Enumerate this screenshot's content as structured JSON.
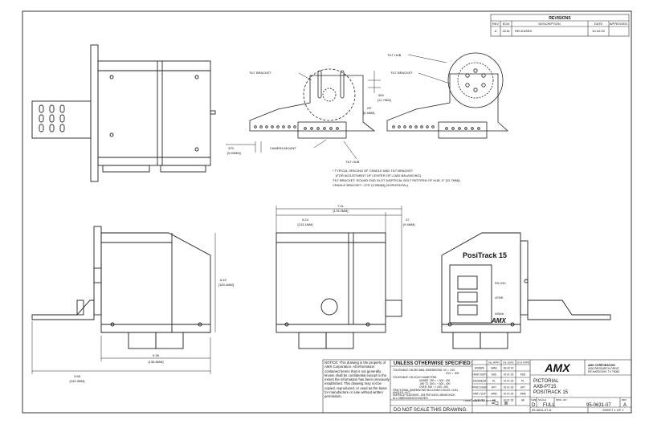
{
  "revisions": {
    "title": "REVISIONS",
    "headers": [
      "REV",
      "ECN",
      "DESCRIPTION",
      "DATE",
      "APPROVED"
    ],
    "rows": [
      [
        "A",
        "4216",
        "RELEASED",
        "10-02-02",
        ""
      ]
    ]
  },
  "top_view": {
    "labels": {
      "tilt_bracket": "TILT BRACKET",
      "camera_mount": "CAMERA MOUNT",
      "tilt_hub": "TILT HUB",
      "tilt_hub2": "TILT HUB",
      "tilt_bracket2": "TILT BRACKET",
      "dim_375_in": ".375",
      "dim_375_mm": "[9.53MM]",
      "dim_500_in": ".500",
      "dim_500_mm": "[12.7MM]",
      "dim_25_in": ".25\"",
      "dim_25_mm": "[6.4MM]"
    },
    "notes": [
      "* TYPICAL SPACING OF CRADLE AND TILT BRACKET",
      "(FOR ADJUSTMENT OF CENTER OF LOAD BALANCING)",
      "TILT BRACKET: ROUND END SLOT (VERTICAL BOLT PATTERN OF HUB .5\" [12.7MM])",
      "CRADLE BRACKET: .375\" [9.53MM] (HORIZONTAL)"
    ]
  },
  "dimensions": {
    "width_in": "7.01",
    "width_mm": "[178.0MM]",
    "depth_in": "5.24",
    "depth_mm": "[133.1MM]",
    "offset_in": ".37",
    "offset_mm": "[9.4MM]",
    "height_in": "6.43",
    "height_mm": "[163.4MM]",
    "base_in": "5.38",
    "base_mm": "[136.6MM]",
    "overall_in": "9.58",
    "overall_mm": "[243.3MM]"
  },
  "back_panel": {
    "title": "PosiTrack 15",
    "ports": [
      "RS-232",
      "LENS",
      "AXlink"
    ],
    "logo": "AMX"
  },
  "title_block": {
    "notice": "NOTICE: This drawing is the property of AMX Corporation. All information contained herein that is not generally known shall be confidential except to the extent the information has been previously established. This drawing may not be copied, reproduced, or used as the basis for manufacture or sale without written permission.",
    "unless": "UNLESS OTHERWISE SPECIFIED:",
    "tolerances": [
      "TOLERANCE ON DECIMAL DIMENSIONS: XX = .010",
      "XXX = .005",
      "TOLERANCE ON HOLE DIAMETERS:",
      "UNDER .250 = +.003 -.000",
      ".250 TO .500 = +.004 -.000",
      "OVER .500 = +.005 -.000",
      "FRACTIONAL DIMENSIONS INCLUDING HOLES: ±1/64",
      "ANGLES: ±1/2°",
      "SURFACE FLATNESS: .003 PER INCH LINEAR INCH",
      "ALL DIMENSIONS IN INCHES"
    ],
    "do_not_scale": "DO NOT SCALE THIS DRAWING.",
    "approvals": {
      "headers": [
        "",
        "INL APPR",
        "INL DATE",
        "CK'D APPR"
      ],
      "rows": [
        [
          "DRAWN",
          "WAB",
          "09-30-02",
          ""
        ],
        [
          "ENGR SUPV",
          "MJS",
          "10-01-02",
          "MJS"
        ],
        [
          "ENGINEER",
          "PL",
          "10-01-02",
          "PL"
        ],
        [
          "PROD ENGR",
          "AVT",
          "10-01-02",
          "AVT"
        ],
        [
          "MATL SUP",
          "ARM",
          "10-01-02",
          "ARM"
        ],
        [
          "QUALITY",
          "AK",
          "10-01-02",
          "AK"
        ]
      ]
    },
    "third_angle": "THIRD ANGLE PROJECTION",
    "logo": "AMX",
    "company": [
      "AMX CORPORATION",
      "3000 RESEARCH DRIVE",
      "RICHARDSON, TX 75082"
    ],
    "title_lines": [
      "PICTORIAL",
      "AXB-PT15",
      "POSITRACK 15"
    ],
    "size_label": "SIZE",
    "size": "D",
    "scale_label": "SCALE",
    "scale": "FULL",
    "dwg_no_label": "DWG. NO.",
    "dwg_no": "95-0631-07",
    "rev_label": "REV",
    "rev": "A",
    "file": "95-0631-07-A",
    "sheet": "SHEET 1 OF 1"
  }
}
